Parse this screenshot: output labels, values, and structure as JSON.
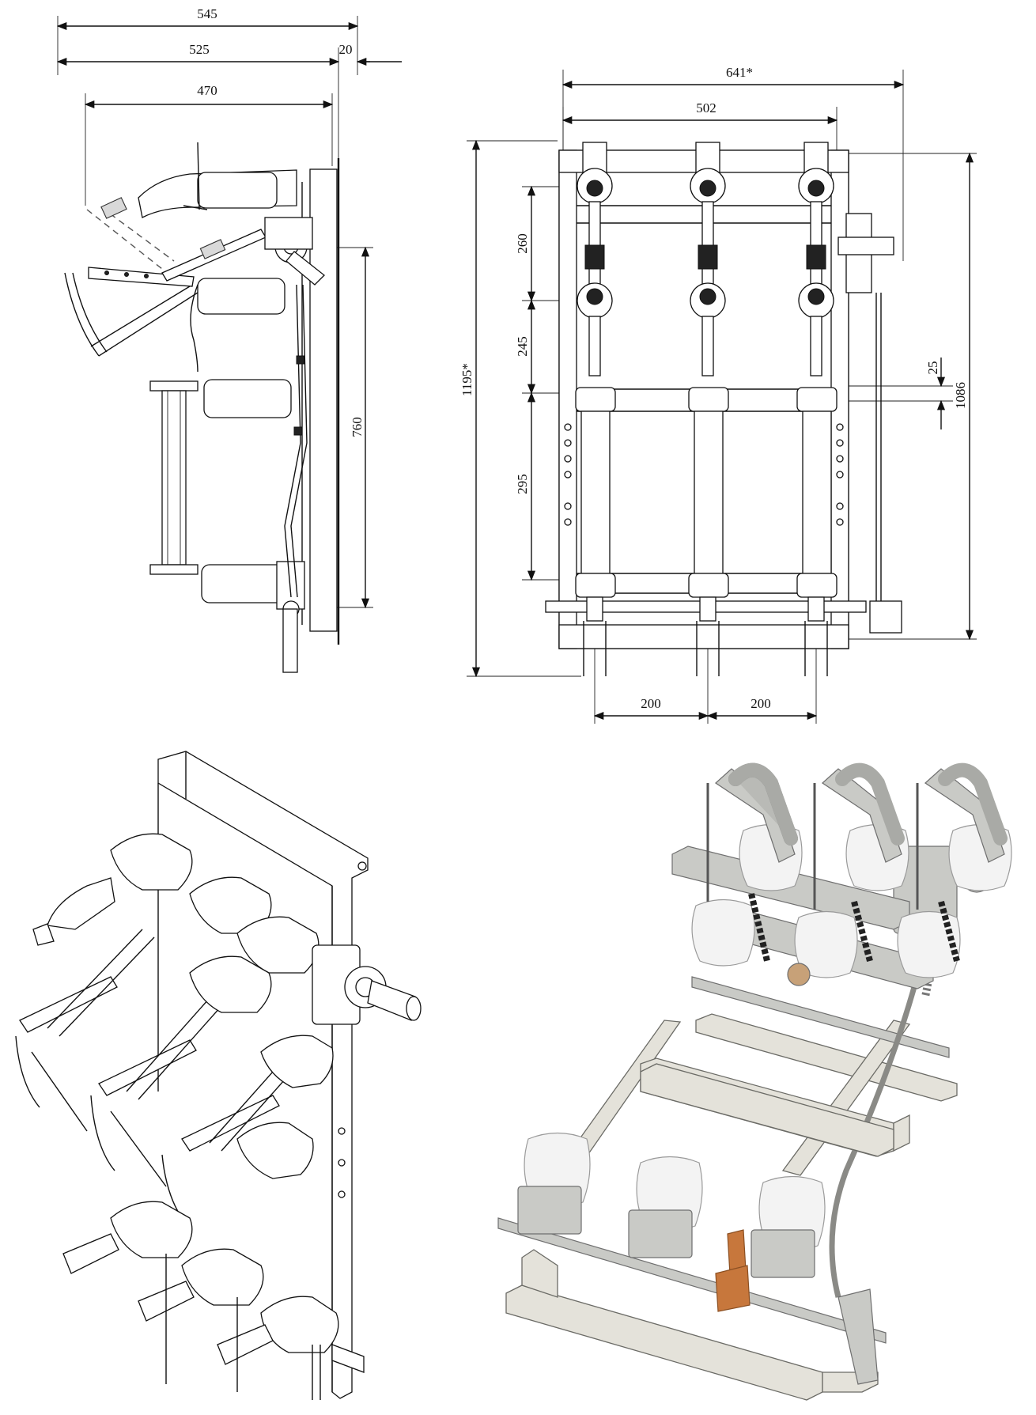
{
  "side_view": {
    "dims": {
      "d545": "545",
      "d525": "525",
      "d20": "20",
      "d470": "470",
      "d760": "760"
    }
  },
  "front_view": {
    "dims": {
      "d641": "641*",
      "d502": "502",
      "d1195": "1195*",
      "d260": "260",
      "d245": "245",
      "d295": "295",
      "d25": "25",
      "d1086": "1086",
      "d200a": "200",
      "d200b": "200"
    }
  },
  "colors": {
    "line": "#111111",
    "porcelain": "#f3f3f3",
    "frame": "#e4e2da",
    "copper": "#c7773c"
  }
}
